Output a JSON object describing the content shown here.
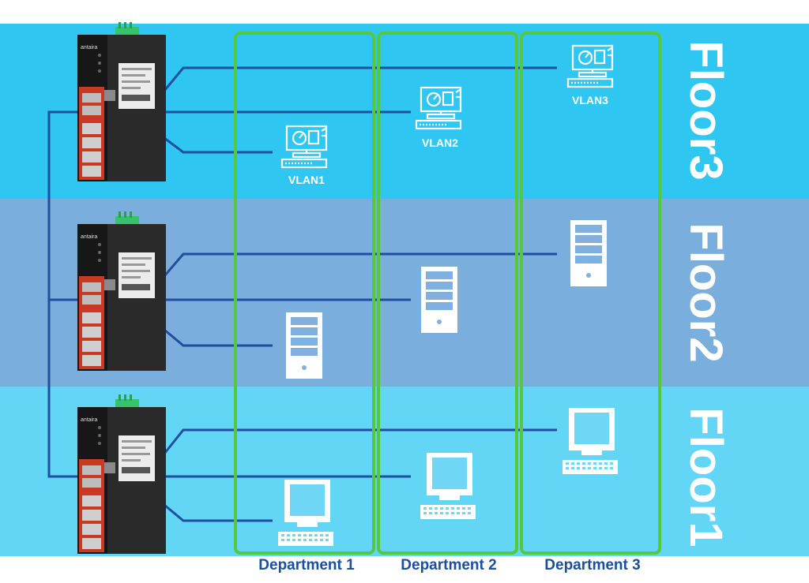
{
  "floors": [
    {
      "label": "Floor3",
      "color": "#2fc6f1"
    },
    {
      "label": "Floor2",
      "color": "#79aedd"
    },
    {
      "label": "Floor1",
      "color": "#63d5f5"
    }
  ],
  "departments": [
    "Department 1",
    "Department 2",
    "Department 3"
  ],
  "vlans": [
    "VLAN1",
    "VLAN2",
    "VLAN3"
  ],
  "switch_brand": "antaira",
  "colors": {
    "background": "#ffffff",
    "group_outline": "#55c93b",
    "link_line": "#1f4f9e",
    "label_text": "#1a4fa0",
    "device_outline": "#ffffff",
    "switch_body": "#1c1c1c",
    "switch_accent": "#e0371f",
    "terminal_block": "#36c46a"
  },
  "icons": {
    "switch": "industrial-ethernet-switch-icon",
    "workstation": "vlan-workstation-icon",
    "server": "server-tower-icon",
    "pc": "crt-desktop-pc-icon"
  }
}
